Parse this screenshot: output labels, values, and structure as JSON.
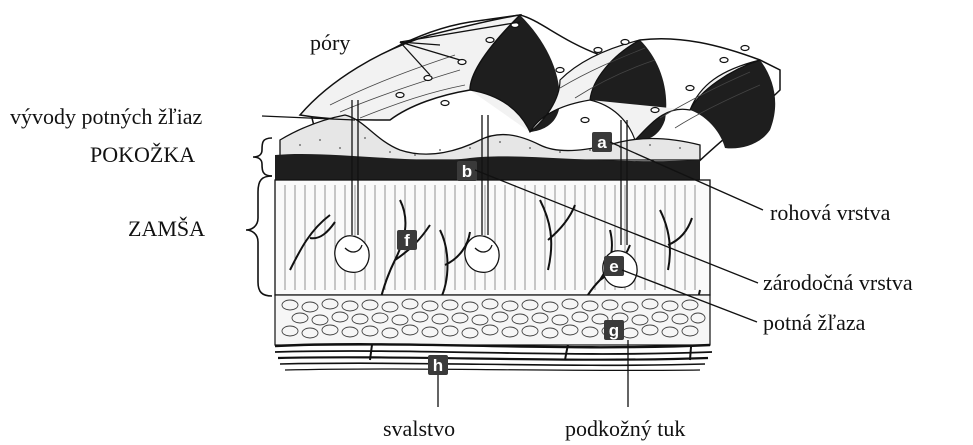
{
  "labels": {
    "pory": "póry",
    "vyvody": "vývody potných žľiaz",
    "pokozka": "POKOŽKA",
    "zamsa": "ZAMŠA",
    "rohova": "rohová vrstva",
    "zarodocna": "zárodočná vrstva",
    "potna_zlaza": "potná žľaza",
    "svalstvo": "svalstvo",
    "podkozny_tuk": "podkožný tuk"
  },
  "letters": {
    "a": "a",
    "b": "b",
    "e": "e",
    "f": "f",
    "g": "g",
    "h": "h"
  }
}
